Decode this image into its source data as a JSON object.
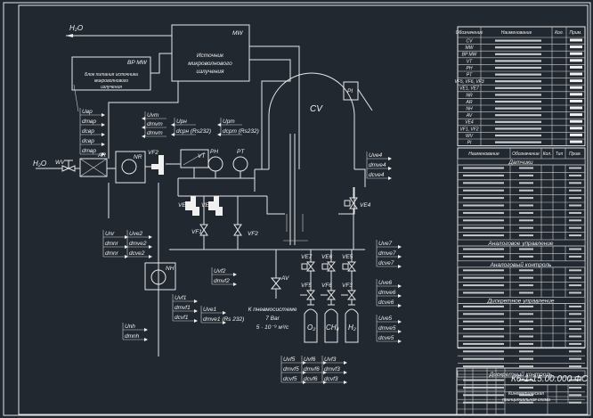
{
  "drawing": {
    "water_out": "H₂O",
    "water_in": "H₂O",
    "mw": {
      "code": "MW",
      "lines": [
        "Источник",
        "микроволнового",
        "излучения"
      ]
    },
    "bp_mw": {
      "code": "BP MW",
      "lines": [
        "Блок питания источника",
        "микроволнового",
        "излучения"
      ]
    },
    "chamber": "CV",
    "pi": "PI",
    "components": {
      "nr": "NR",
      "ar": "AR",
      "wv": "WV",
      "vf2_top": "VF2",
      "vt": "VT",
      "ph": "PH",
      "pt": "PT",
      "ve1": "VE1",
      "ve2": "VE2",
      "vf1": "VF1",
      "vf2": "VF2",
      "ve4": "VE4",
      "ve7": "VE7",
      "ve6": "VE6",
      "ve5": "VE5",
      "vf5": "VF5",
      "vf6": "VF6",
      "vf3": "VF3",
      "av": "AV",
      "nh": "NH"
    },
    "cylinders": [
      "O₂",
      "CH₄",
      "H₂"
    ],
    "pneumo": [
      "К пневмосистеме",
      "7 Bar",
      "5 · 10⁻⁹ м³/с"
    ],
    "signals": [
      [
        "Uвр",
        "dmвр",
        "dcвр",
        "dcвр",
        "dmвр"
      ],
      [
        "Uvт",
        "dmvт",
        "dmvт"
      ],
      [
        "Uрн",
        "dcрн (Rs232)"
      ],
      [
        "Uрт",
        "dcрт (Rs232)"
      ],
      [
        "Uve4",
        "dmve4",
        "dcve4"
      ],
      [
        "Unr",
        "dmnr",
        "dmnr"
      ],
      [
        "Uve2",
        "dmve2",
        "dcve2"
      ],
      [
        "Uvf1",
        "dmvf1",
        "dcvf1"
      ],
      [
        "Uvf2",
        "dmvf2"
      ],
      [
        "Uve1",
        "dmve1 (Rs 232)"
      ],
      [
        "Uve7",
        "dmve7",
        "dcve7"
      ],
      [
        "Uve6",
        "dmve6",
        "dcve6"
      ],
      [
        "Uve5",
        "dmve5",
        "dcve5"
      ],
      [
        "Uvf5",
        "dmvf5",
        "dcvf5"
      ],
      [
        "Uvf6",
        "dmvf6",
        "dcvf6"
      ],
      [
        "Uvf3",
        "dmvf3",
        "dcvf3"
      ],
      [
        "Unh",
        "dmnh"
      ]
    ]
  },
  "spec_table": {
    "headers": [
      "Обозначение",
      "Наименование",
      "Кол.",
      "Прим."
    ],
    "designations": [
      "CV",
      "MW",
      "BP MW",
      "VT",
      "PH",
      "PT",
      "VF5, VF6, VF3",
      "VE1, VE7",
      "NR",
      "AR",
      "NH",
      "AV",
      "VE4",
      "VF1, VF2",
      "WV",
      "PI"
    ]
  },
  "signal_table": {
    "headers": [
      "Наименование",
      "Обозначение",
      "Кол.",
      "Тип",
      "Прим."
    ],
    "sections": [
      "Датчики",
      "Аналоговое управление",
      "Аналоговый контроль",
      "Дискретное управление",
      "Дискретный контроль"
    ]
  },
  "title_block": {
    "code": "К6-1-15.00.000 ФС",
    "title": [
      "Кинематическая",
      "принципиальная схема"
    ]
  }
}
